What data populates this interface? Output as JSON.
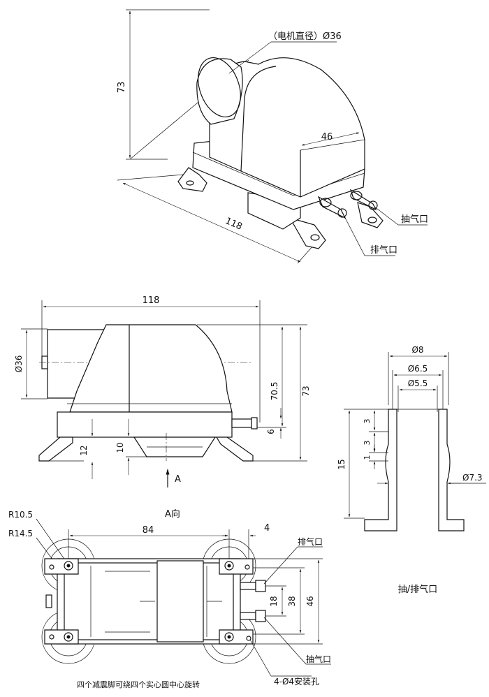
{
  "iso_view": {
    "motor_label": "（电机直径）Ø36",
    "height": "73",
    "length": "118",
    "width": "46",
    "intake_label": "抽气口",
    "exhaust_label": "排气口"
  },
  "front_view": {
    "total_length": "118",
    "motor_diameter": "Ø36",
    "height_body": "70.5",
    "height_total": "73",
    "port_height": "6",
    "foot_height": "12",
    "base_height": "10",
    "view_arrow": "A"
  },
  "bottom_view": {
    "title": "A向",
    "r_inner": "R10.5",
    "r_outer": "R14.5",
    "hole_span": "84",
    "hole_offset": "4",
    "exhaust_label": "排气口",
    "intake_label": "抽气口",
    "port_spacing": "18",
    "port_outer": "38",
    "width": "46",
    "holes_label": "4-Ø4安装孔",
    "note": "四个减震脚可绕四个实心圆中心旋转"
  },
  "port_detail": {
    "d_outer": "Ø8",
    "d_mid": "Ø6.5",
    "d_inner": "Ø5.5",
    "seg1": "3",
    "seg2": "3",
    "seg3": "1",
    "length": "15",
    "d_base": "Ø7.3",
    "caption": "抽/排气口"
  }
}
